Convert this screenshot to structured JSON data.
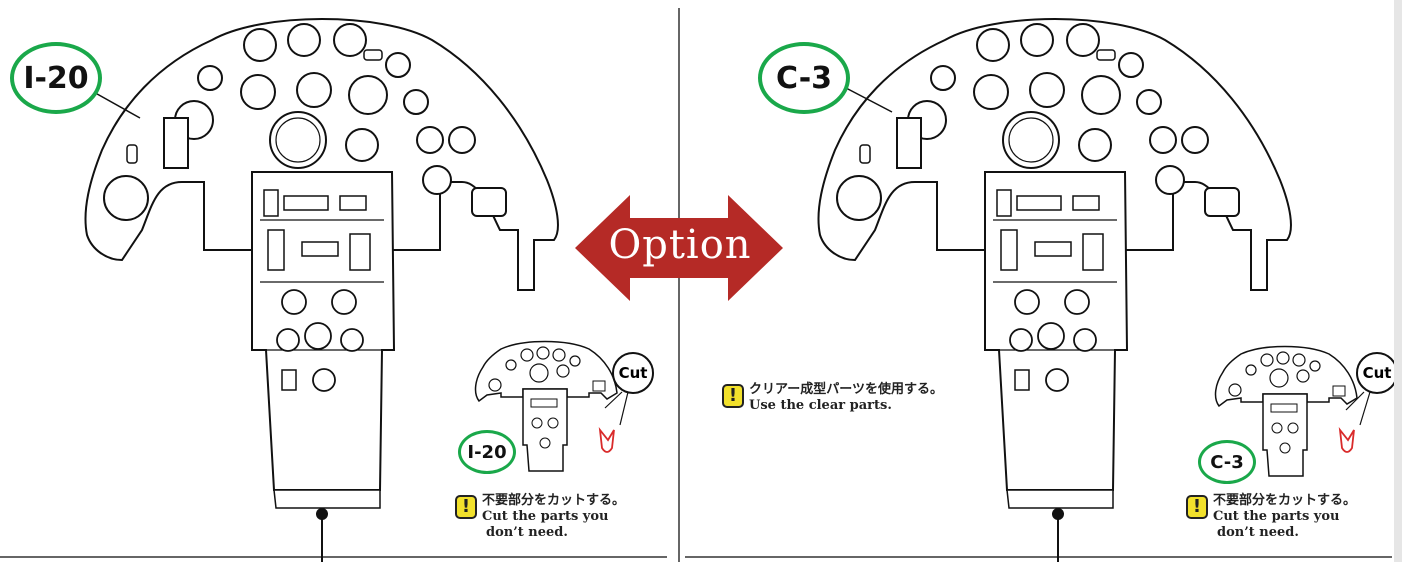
{
  "option_label": "Option",
  "left_panel": {
    "part_label": "I-20",
    "inset_label": "I-20",
    "cut_label": "Cut",
    "note": {
      "icon": "!",
      "jp": "不要部分をカットする。",
      "en_line1": "Cut the parts you",
      "en_line2": "don’t need."
    }
  },
  "right_panel": {
    "part_label": "C-3",
    "inset_label": "C-3",
    "cut_label": "Cut",
    "clear_note": {
      "icon": "!",
      "jp": "クリアー成型パーツを使用する。",
      "en": "Use the clear parts."
    },
    "note": {
      "icon": "!",
      "jp": "不要部分をカットする。",
      "en_line1": "Cut the parts you",
      "en_line2": "don’t need."
    }
  },
  "colors": {
    "label_ring": "#1aa84a",
    "option_arrow": "#b52a26",
    "warning_icon": "#f2e12c",
    "cut_mark": "#d92b2b"
  }
}
